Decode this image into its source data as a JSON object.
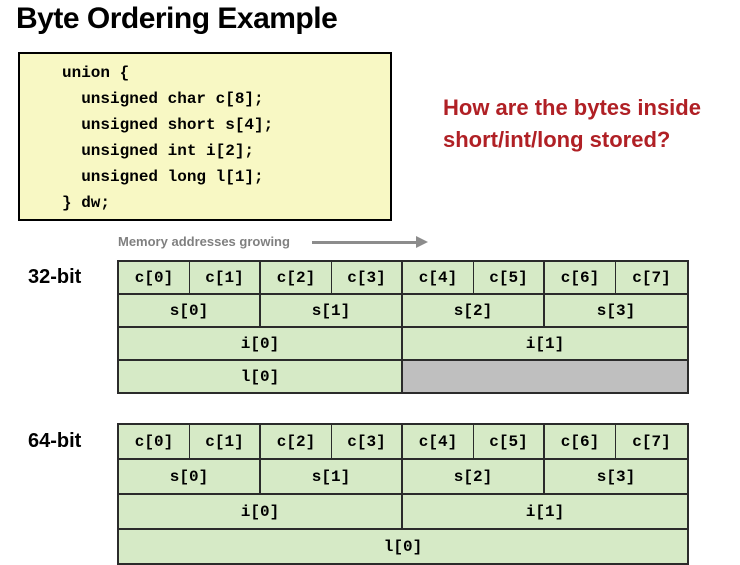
{
  "title": "Byte Ordering Example",
  "code_box": {
    "lines": [
      "union {",
      "  unsigned char c[8];",
      "  unsigned short s[4];",
      "  unsigned int i[2];",
      "  unsigned long l[1];",
      "} dw;"
    ]
  },
  "question": {
    "line1": "How are the bytes inside",
    "line2": "short/int/long stored?"
  },
  "memory_label": "Memory addresses growing",
  "colors": {
    "question_red": "#b02025",
    "code_bg": "#f8f8c4",
    "cell_green": "#d6eac6",
    "cell_gray": "#bfbfbf",
    "border_dark": "#2b2b2b",
    "arrow_gray": "#8c8c8c"
  },
  "diagrams": [
    {
      "label": "32-bit",
      "rows": [
        {
          "cells": [
            {
              "text": "c[0]",
              "span": 1
            },
            {
              "text": "c[1]",
              "span": 1
            },
            {
              "text": "c[2]",
              "span": 1
            },
            {
              "text": "c[3]",
              "span": 1
            },
            {
              "text": "c[4]",
              "span": 1
            },
            {
              "text": "c[5]",
              "span": 1
            },
            {
              "text": "c[6]",
              "span": 1
            },
            {
              "text": "c[7]",
              "span": 1
            }
          ]
        },
        {
          "cells": [
            {
              "text": "s[0]",
              "span": 2
            },
            {
              "text": "s[1]",
              "span": 2
            },
            {
              "text": "s[2]",
              "span": 2
            },
            {
              "text": "s[3]",
              "span": 2
            }
          ]
        },
        {
          "cells": [
            {
              "text": "i[0]",
              "span": 4
            },
            {
              "text": "i[1]",
              "span": 4
            }
          ]
        },
        {
          "cells": [
            {
              "text": "l[0]",
              "span": 4
            },
            {
              "text": "",
              "span": 4,
              "gray": true
            }
          ]
        }
      ]
    },
    {
      "label": "64-bit",
      "rows": [
        {
          "cells": [
            {
              "text": "c[0]",
              "span": 1
            },
            {
              "text": "c[1]",
              "span": 1
            },
            {
              "text": "c[2]",
              "span": 1
            },
            {
              "text": "c[3]",
              "span": 1
            },
            {
              "text": "c[4]",
              "span": 1
            },
            {
              "text": "c[5]",
              "span": 1
            },
            {
              "text": "c[6]",
              "span": 1
            },
            {
              "text": "c[7]",
              "span": 1
            }
          ]
        },
        {
          "cells": [
            {
              "text": "s[0]",
              "span": 2
            },
            {
              "text": "s[1]",
              "span": 2
            },
            {
              "text": "s[2]",
              "span": 2
            },
            {
              "text": "s[3]",
              "span": 2
            }
          ]
        },
        {
          "cells": [
            {
              "text": "i[0]",
              "span": 4
            },
            {
              "text": "i[1]",
              "span": 4
            }
          ]
        },
        {
          "cells": [
            {
              "text": "l[0]",
              "span": 8
            }
          ]
        }
      ]
    }
  ]
}
